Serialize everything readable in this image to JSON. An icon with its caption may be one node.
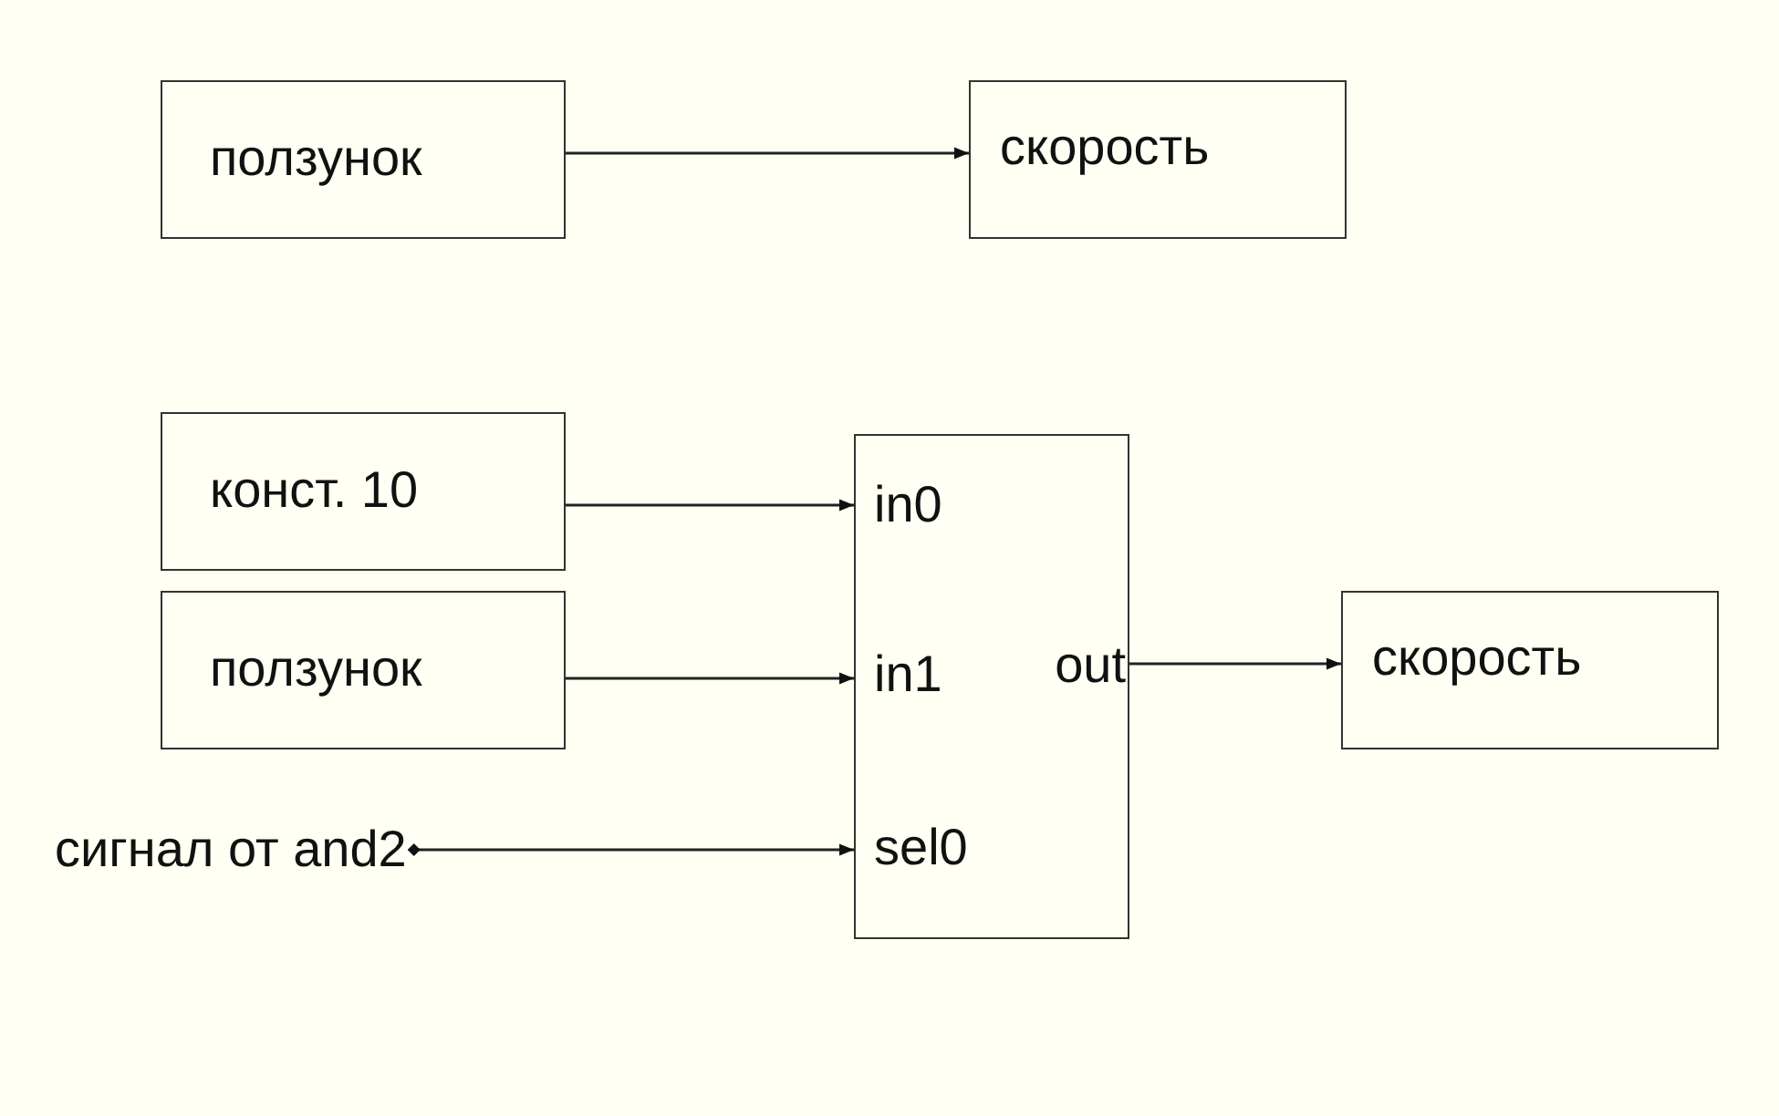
{
  "diagram": {
    "nodes": [
      {
        "text": [
          "ползунок"
        ]
      },
      {
        "text": [
          "скорость"
        ]
      },
      {
        "text": [
          "конст. 10"
        ]
      },
      {
        "text": [
          "ползунок"
        ]
      },
      {
        "text": [
          "сигнал от and2"
        ]
      },
      {
        "text": [
          "in0",
          "in1",
          "sel0",
          "out"
        ]
      },
      {
        "text": [
          "скорость"
        ]
      }
    ],
    "edges": [
      {
        "from": 0,
        "to": 1,
        "arrow": "to"
      },
      {
        "from": 2,
        "to": 5,
        "arrow": "to"
      },
      {
        "from": 3,
        "to": 5,
        "arrow": "to"
      },
      {
        "from": 4,
        "to": 5,
        "arrow": "to"
      },
      {
        "from": 5,
        "to": 6,
        "arrow": "to"
      }
    ]
  }
}
